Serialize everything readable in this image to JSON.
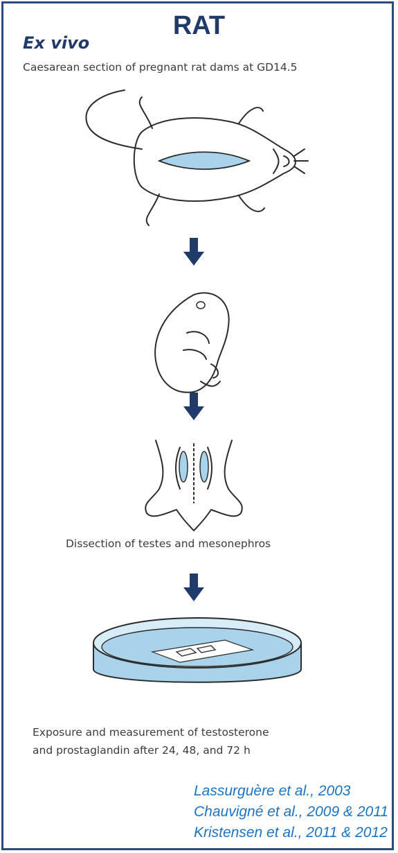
{
  "header": {
    "title": "RAT",
    "method": "Ex vivo"
  },
  "steps": {
    "step1": "Caesarean section of pregnant rat dams at GD14.5",
    "step2": "Dissection of testes and mesonephros",
    "step3_line1": "Exposure and measurement of testosterone",
    "step3_line2": "and prostaglandin after 24, 48, and 72 h"
  },
  "references": [
    "Lassurguère et al., 2003",
    "Chauvigné et al., 2009 & 2011",
    "Kristensen et al., 2011 & 2012"
  ],
  "colors": {
    "frame": "#2c4a7a",
    "title": "#1f3a6b",
    "arrow": "#1f3a6b",
    "reference": "#1e73be",
    "illustration_fill": "#a9d3ea"
  },
  "icons": [
    "rat-icon",
    "embryo-icon",
    "testes-mesonephros-icon",
    "petri-dish-icon",
    "down-arrow-icon"
  ]
}
